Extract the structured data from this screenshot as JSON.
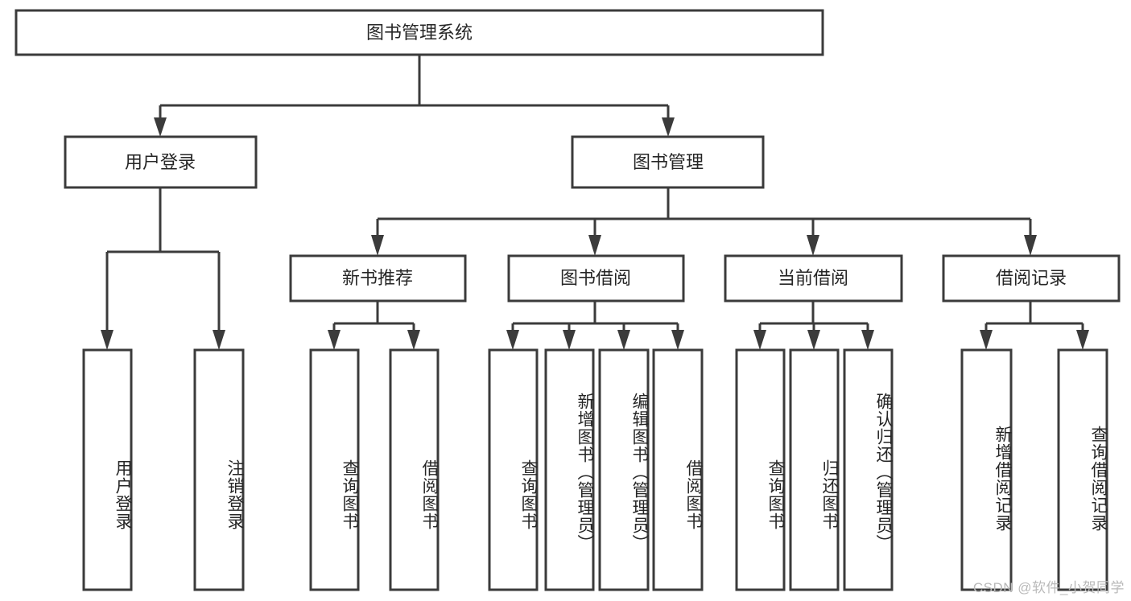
{
  "diagram": {
    "type": "tree-hierarchy",
    "title": "图书管理系统",
    "root": {
      "label": "图书管理系统"
    },
    "level2": [
      {
        "label": "用户登录"
      },
      {
        "label": "图书管理"
      }
    ],
    "level3": [
      {
        "label": "新书推荐"
      },
      {
        "label": "图书借阅"
      },
      {
        "label": "当前借阅"
      },
      {
        "label": "借阅记录"
      }
    ],
    "leaves": {
      "user_login": [
        {
          "label": "用户登录"
        },
        {
          "label": "注销登录"
        }
      ],
      "new_book_recommend": [
        {
          "label": "查询图书"
        },
        {
          "label": "借阅图书"
        }
      ],
      "book_borrow": [
        {
          "label": "查询图书"
        },
        {
          "label": "新增图书（管理员）"
        },
        {
          "label": "编辑图书（管理员）"
        },
        {
          "label": "借阅图书"
        }
      ],
      "current_borrow": [
        {
          "label": "查询图书"
        },
        {
          "label": "归还图书"
        },
        {
          "label": "确认归还（管理员）"
        }
      ],
      "borrow_record": [
        {
          "label": "新增借阅记录"
        },
        {
          "label": "查询借阅记录"
        }
      ]
    },
    "colors": {
      "box_stroke": "#3b3b3b",
      "box_fill": "#ffffff",
      "text": "#262626",
      "background": "#ffffff",
      "watermark": "#b9b9b9"
    }
  },
  "watermark": {
    "text": "CSDN @软件_小贺同学"
  }
}
